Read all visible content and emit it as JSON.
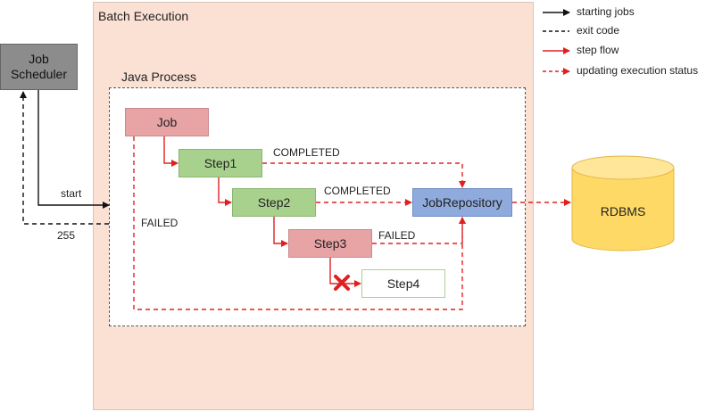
{
  "containers": {
    "batch_title": "Batch Execution",
    "java_title": "Java Process"
  },
  "nodes": {
    "scheduler": "Job\nScheduler",
    "job": "Job",
    "step1": "Step1",
    "step2": "Step2",
    "step3": "Step3",
    "step4": "Step4",
    "jobrepository": "JobRepository",
    "rdbms": "RDBMS"
  },
  "edge_labels": {
    "start": "start",
    "exit_code": "255",
    "completed1": "COMPLETED",
    "completed2": "COMPLETED",
    "failed_step3": "FAILED",
    "failed_job": "FAILED"
  },
  "legend": {
    "starting_jobs": "starting jobs",
    "exit_code": "exit code",
    "step_flow": "step flow",
    "updating_status": "updating execution status"
  },
  "colors": {
    "failed_node": "#e8a3a5",
    "completed_node": "#a9d18e",
    "repository": "#8faadc",
    "database": "#ffd966",
    "step_flow": "#e02020",
    "batch_bg": "#fbe0d4"
  }
}
